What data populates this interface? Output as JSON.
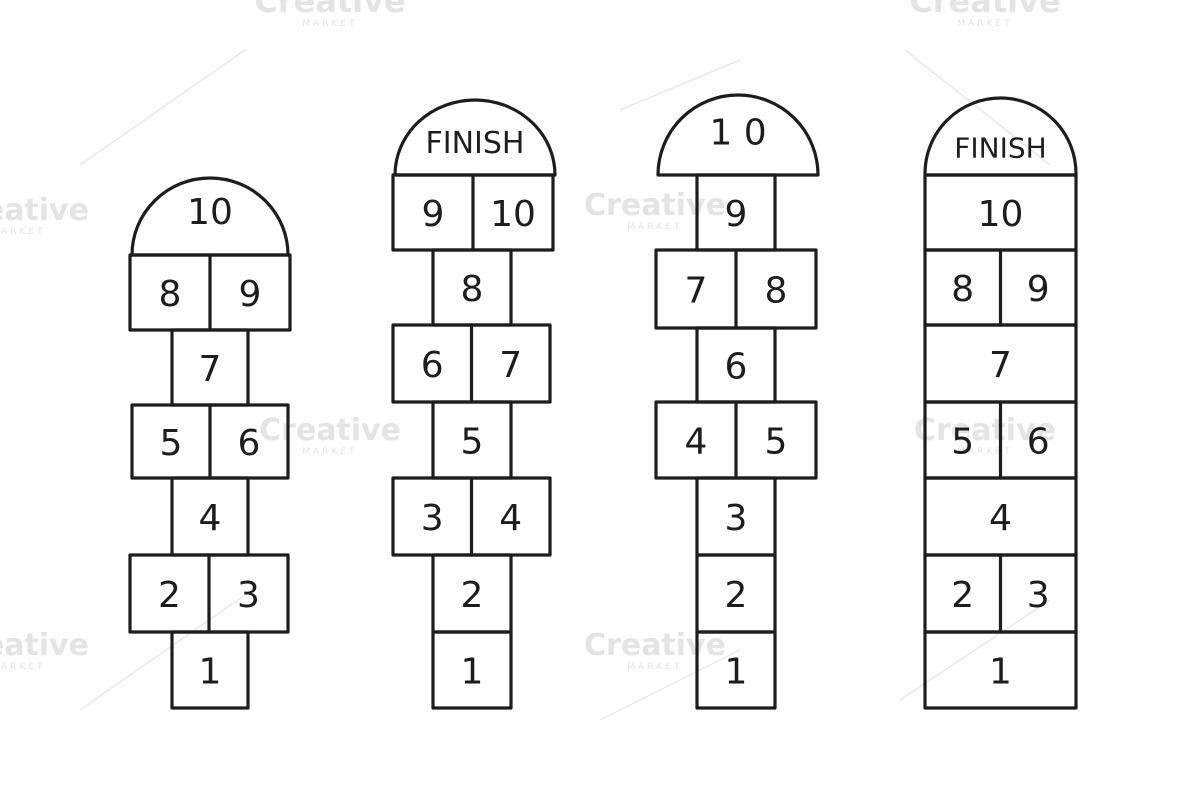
{
  "watermark": {
    "brand": "Creative",
    "sub": "MARKET"
  },
  "hopscotch": [
    {
      "id": "a",
      "top_label": "10",
      "rows": [
        [
          "8",
          "9"
        ],
        [
          "7"
        ],
        [
          "5",
          "6"
        ],
        [
          "4"
        ],
        [
          "2",
          "3"
        ],
        [
          "1"
        ]
      ]
    },
    {
      "id": "b",
      "top_label": "FINISH",
      "rows": [
        [
          "9",
          "10"
        ],
        [
          "8"
        ],
        [
          "6",
          "7"
        ],
        [
          "5"
        ],
        [
          "3",
          "4"
        ],
        [
          "2"
        ],
        [
          "1"
        ]
      ]
    },
    {
      "id": "c",
      "top_label": "1 0",
      "rows": [
        [
          "9"
        ],
        [
          "7",
          "8"
        ],
        [
          "6"
        ],
        [
          "4",
          "5"
        ],
        [
          "3"
        ],
        [
          "2"
        ],
        [
          "1"
        ]
      ]
    },
    {
      "id": "d",
      "top_label": "FINISH",
      "rows": [
        [
          "10"
        ],
        [
          "8",
          "9"
        ],
        [
          "7"
        ],
        [
          "5",
          "6"
        ],
        [
          "4"
        ],
        [
          "2",
          "3"
        ],
        [
          "1"
        ]
      ]
    }
  ]
}
